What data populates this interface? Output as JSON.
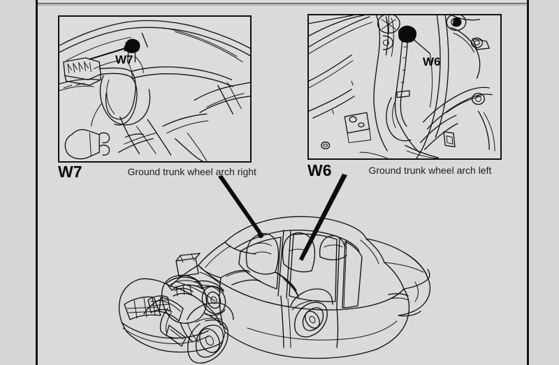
{
  "document": {
    "type": "automotive-wiring-ground-point-diagram",
    "background_color": "#d9d9d9",
    "content_background_color": "#dadada",
    "line_color": "#111111"
  },
  "panels": [
    {
      "id": "w7",
      "code": "W7",
      "caption": "Ground trunk wheel arch right",
      "callout_label": "W7",
      "subject": "trunk wheel arch right with wiring harness, connector block, ground bolt and rear lamp housing"
    },
    {
      "id": "w6",
      "code": "W6",
      "caption": "Ground trunk wheel arch left",
      "callout_label": "W6",
      "subject": "trunk floor pan left wheel arch with ground cable routed to ground stud"
    }
  ],
  "vehicle": {
    "name": "sedan-line-drawing",
    "description": "Mercedes-Benz W124 style four-door sedan, front three-quarter left view, cutaway showing engine bay and interior seats",
    "leader_lines": [
      {
        "from_panel": "W7",
        "target": "rear parcel shelf / right trunk area",
        "has_endpoint_dot": true
      },
      {
        "from_panel": "W6",
        "target": "left rear quarter / trunk area",
        "has_endpoint_dot": false
      }
    ]
  }
}
